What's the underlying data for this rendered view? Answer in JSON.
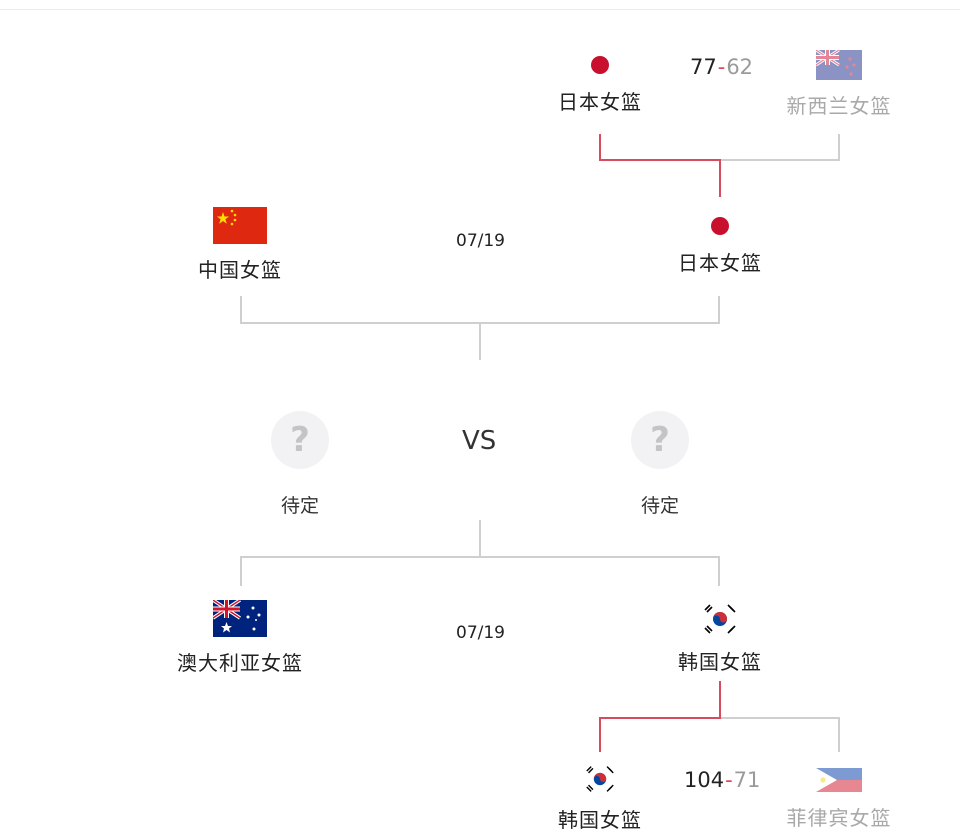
{
  "colors": {
    "line_gray": "#cfcfcf",
    "line_winner": "#d84b5f",
    "score_separator": "#e0455e",
    "text_dark": "#222222",
    "text_muted": "#a9a9a9"
  },
  "bracket": {
    "top_match": {
      "left": {
        "name": "日本女篮",
        "flag": "japan-flag"
      },
      "right": {
        "name": "新西兰女篮",
        "flag": "new-zealand-flag"
      },
      "score_winner": "77",
      "score_separator": "-",
      "score_loser": "62"
    },
    "semifinal_1": {
      "left": {
        "name": "中国女篮",
        "flag": "china-flag"
      },
      "right": {
        "name": "日本女篮",
        "flag": "japan-flag"
      },
      "date": "07/19"
    },
    "final": {
      "left": {
        "label": "待定",
        "icon": "question-mark-icon",
        "glyph": "?"
      },
      "right": {
        "label": "待定",
        "icon": "question-mark-icon",
        "glyph": "?"
      },
      "vs": "VS"
    },
    "semifinal_2": {
      "left": {
        "name": "澳大利亚女篮",
        "flag": "australia-flag"
      },
      "right": {
        "name": "韩国女篮",
        "flag": "korea-flag"
      },
      "date": "07/19"
    },
    "bottom_match": {
      "left": {
        "name": "韩国女篮",
        "flag": "korea-flag"
      },
      "right": {
        "name": "菲律宾女篮",
        "flag": "philippines-flag"
      },
      "score_winner": "104",
      "score_separator": "-",
      "score_loser": "71"
    }
  }
}
